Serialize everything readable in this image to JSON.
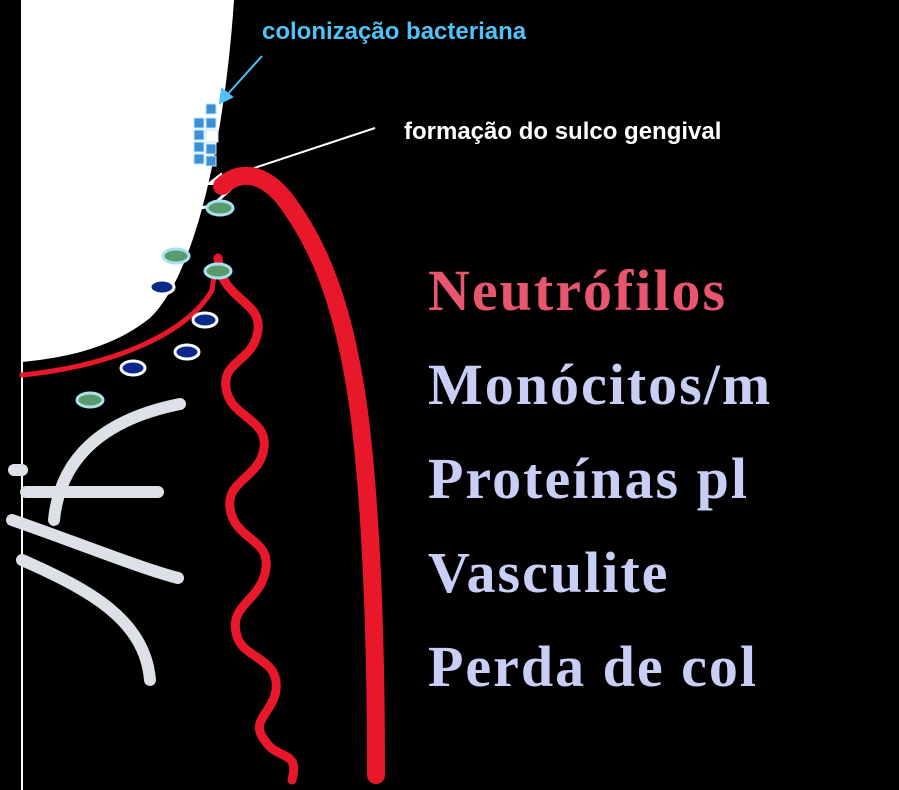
{
  "colors": {
    "background": "#000000",
    "tooth": "#ffffff",
    "gingiva_line": "#e8182a",
    "neutrophil_fill": "#5a9a6a",
    "neutrophil_rim": "#a8e0f0",
    "monocyte_fill": "#0a2a8a",
    "fiber": "#dde0e6",
    "bacteria": "#3d8fd6",
    "label_bacteria": "#4fc3f7",
    "label_sulcus": "#ffffff",
    "heading_neutrophils": "#e8566e",
    "heading_others": "#c8cef5"
  },
  "labels": {
    "bacterial_colonization": "colonização bacteriana",
    "sulcus_formation": "formação do sulco gengival"
  },
  "findings": [
    {
      "text": "Neutrófilos",
      "color": "#e8566e"
    },
    {
      "text": "Monócitos/m",
      "color": "#c8cef5"
    },
    {
      "text": "Proteínas pl",
      "color": "#c8cef5"
    },
    {
      "text": "Vasculite",
      "color": "#c8cef5"
    },
    {
      "text": "Perda de col",
      "color": "#c8cef5"
    }
  ],
  "icons": {
    "bacteria": "bacteria-cluster-icon",
    "neutrophil": "neutrophil-cell-icon",
    "monocyte": "monocyte-cell-icon"
  }
}
